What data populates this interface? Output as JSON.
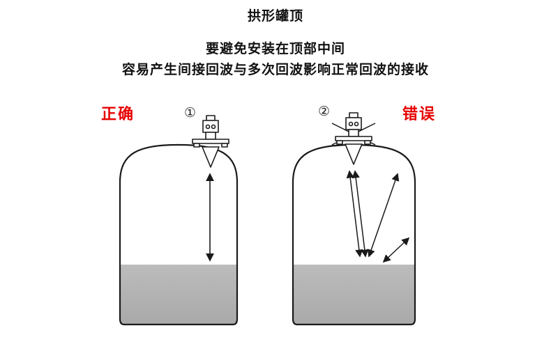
{
  "title": "拱形罐顶",
  "note": {
    "line1": "要避免安装在顶部中间",
    "line2": "容易产生间接回波与多次回波影响正常回波的接收"
  },
  "left_diagram": {
    "label": "正确",
    "number": "①",
    "meaning": "correct installation near tank edge, single direct echo"
  },
  "right_diagram": {
    "label": "错误",
    "number": "②",
    "meaning": "wrong installation at dome center, indirect and multiple echoes"
  },
  "colors": {
    "label_red": "#e60000",
    "liquid_gray": "#b2b2b2",
    "outline_black": "#1a1a1a",
    "background": "#ffffff"
  }
}
